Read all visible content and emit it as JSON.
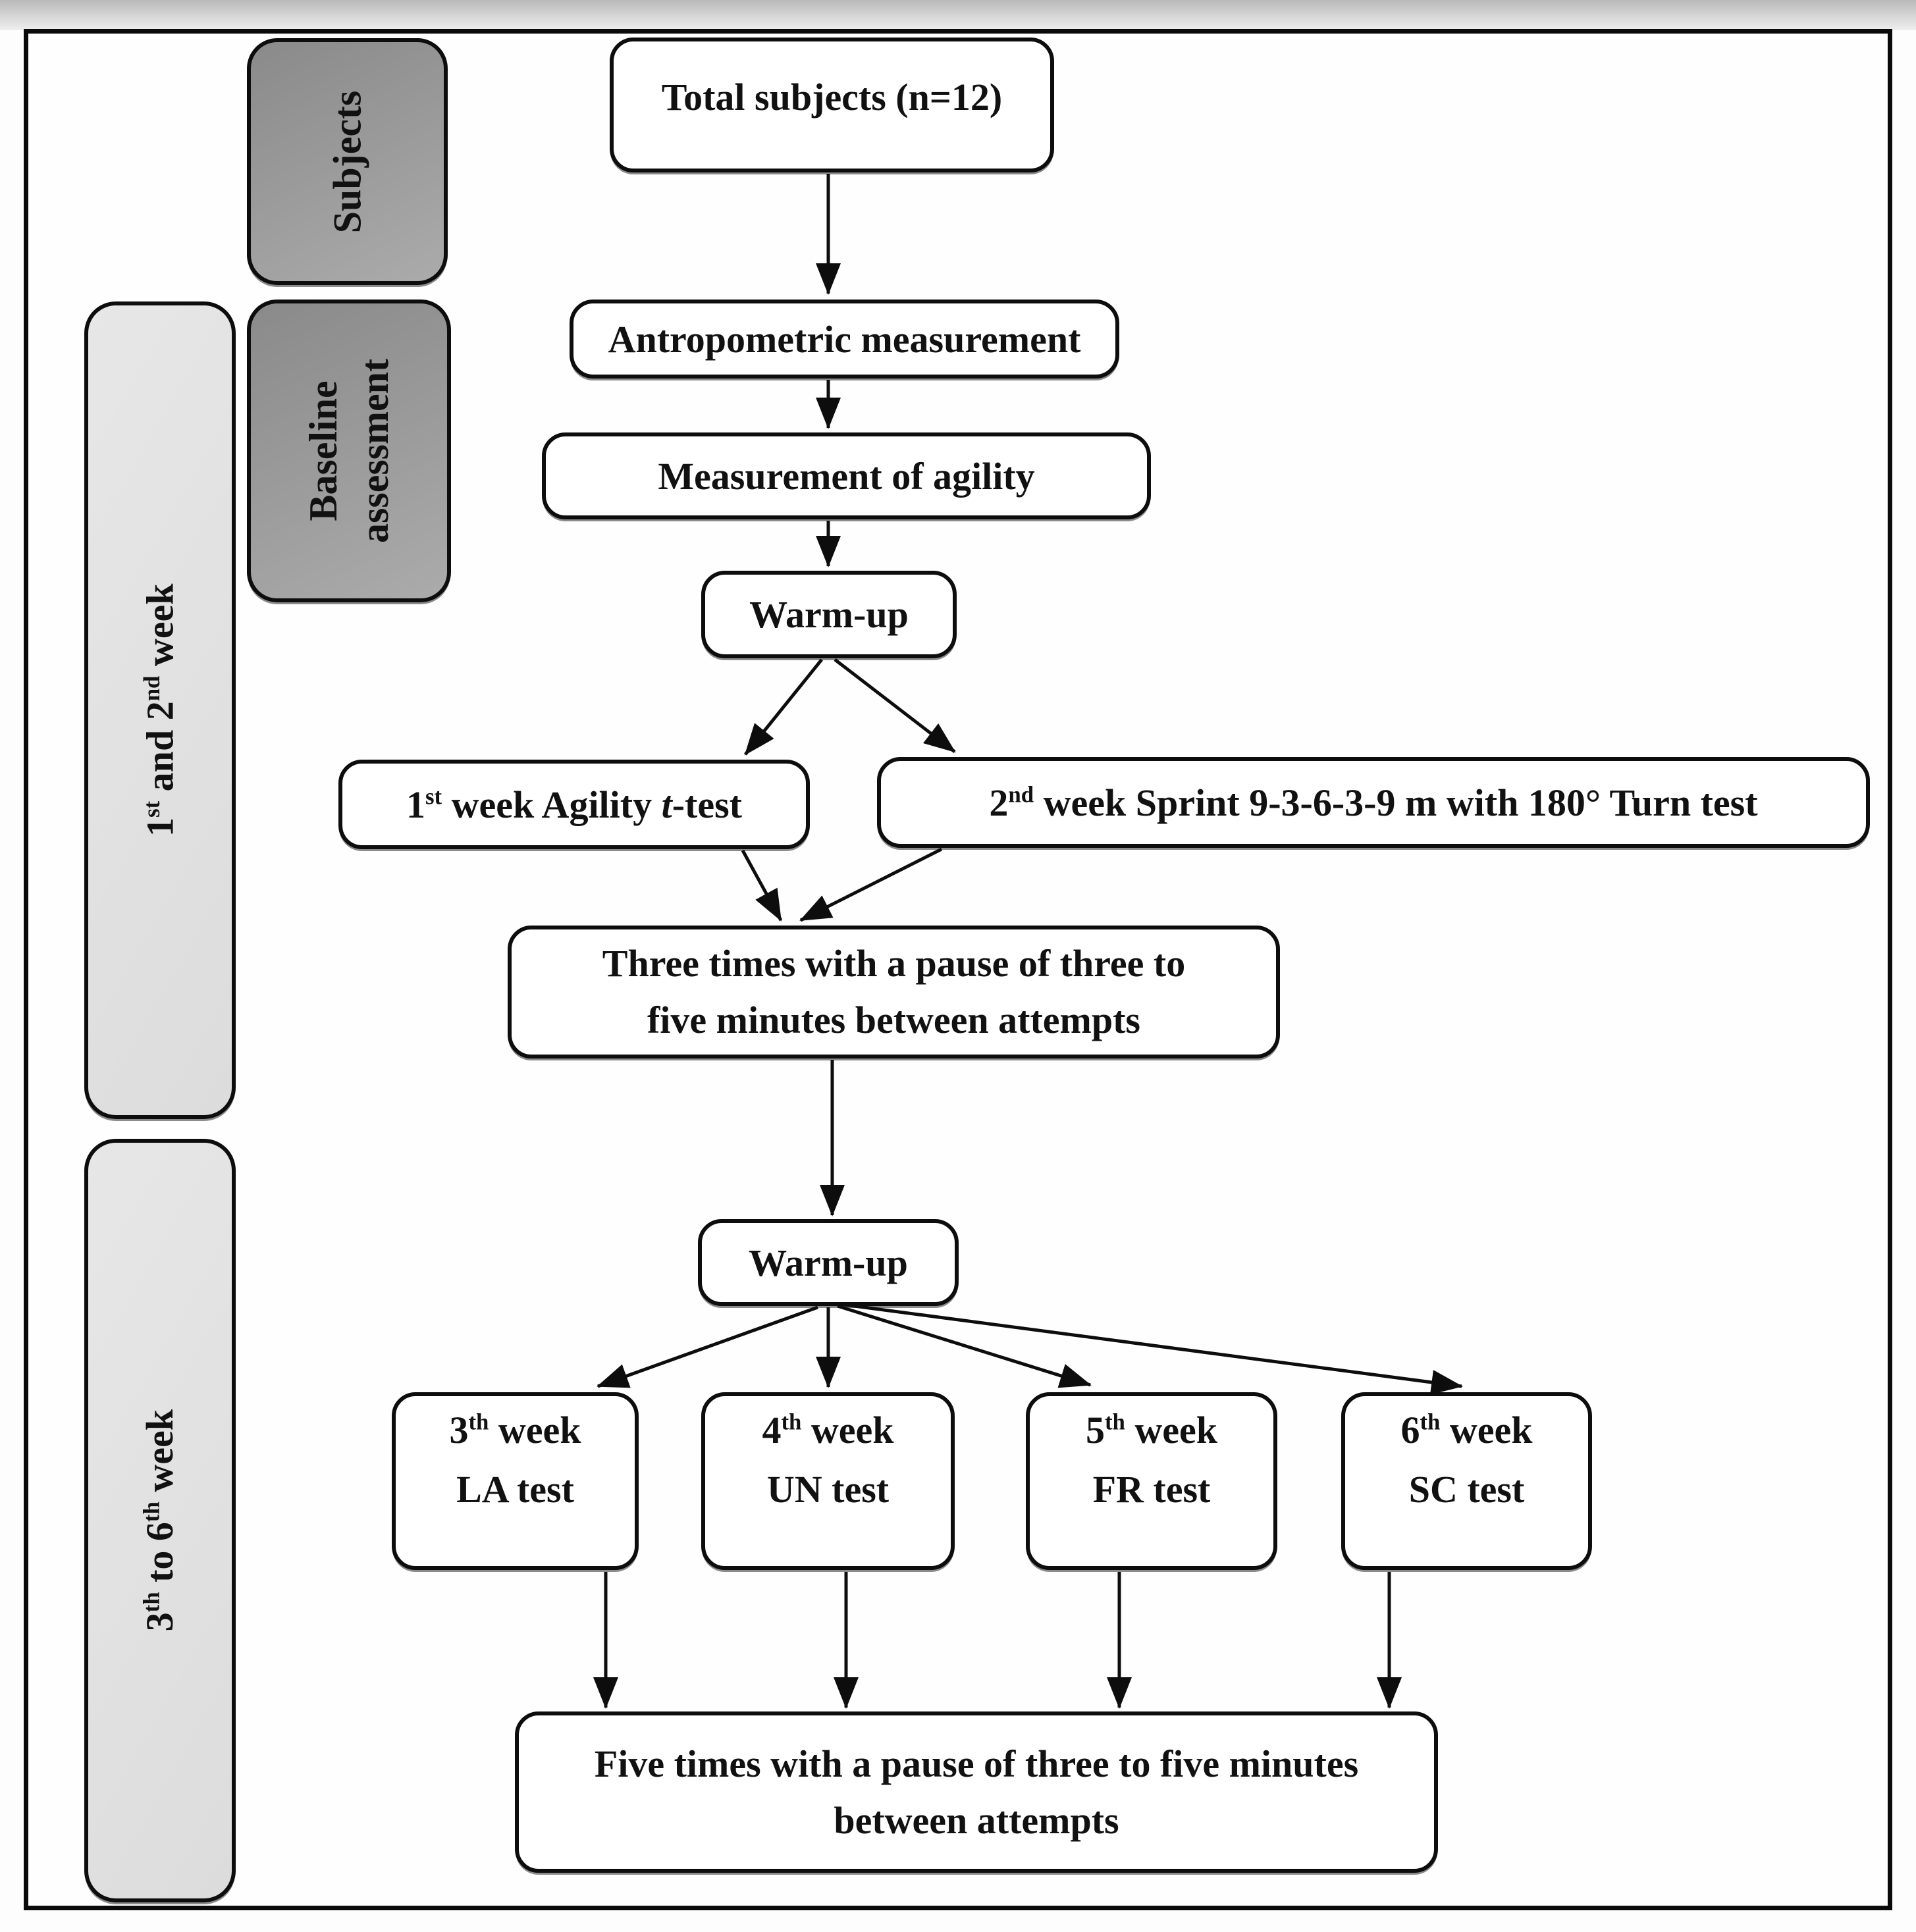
{
  "figure": {
    "kind": "study-design flowchart"
  },
  "left_rail": {
    "subjects_label": "Subjects",
    "baseline_line1": "Baseline",
    "baseline_line2": "assessment",
    "weeks12": {
      "p1": "1",
      "s1": "st",
      "p2": " and 2",
      "s2": "nd",
      "p3": " week"
    },
    "weeks36": {
      "p1": "3",
      "s1": "th",
      "p2": " to 6",
      "s2": "th",
      "p3": " week"
    }
  },
  "flow": {
    "total_subjects": "Total subjects (n=12)",
    "antropometric": "Antropometric measurement",
    "agility": "Measurement of agility",
    "warmup1": "Warm-up",
    "warmup2": "Warm-up",
    "week1": {
      "p1": "1",
      "s1": "st",
      "p2": " week Agility ",
      "it": "t",
      "p3": "-test"
    },
    "week2": {
      "p1": "2",
      "s1": "nd",
      "p2": " week Sprint 9-3-6-3-9 m with 180° Turn test"
    },
    "three_times_l1": "Three times with a pause of three to",
    "three_times_l2": "five minutes between attempts",
    "la": {
      "p1": "3",
      "s1": "th",
      "p2": " week",
      "l2": "LA test"
    },
    "un": {
      "p1": "4",
      "s1": "th",
      "p2": " week",
      "l2": "UN test"
    },
    "fr": {
      "p1": "5",
      "s1": "th",
      "p2": " week",
      "l2": "FR test"
    },
    "sc": {
      "p1": "6",
      "s1": "th",
      "p2": " week",
      "l2": "SC test"
    },
    "five_times_l1": "Five times with a pause of three to five minutes",
    "five_times_l2": "between attempts"
  }
}
